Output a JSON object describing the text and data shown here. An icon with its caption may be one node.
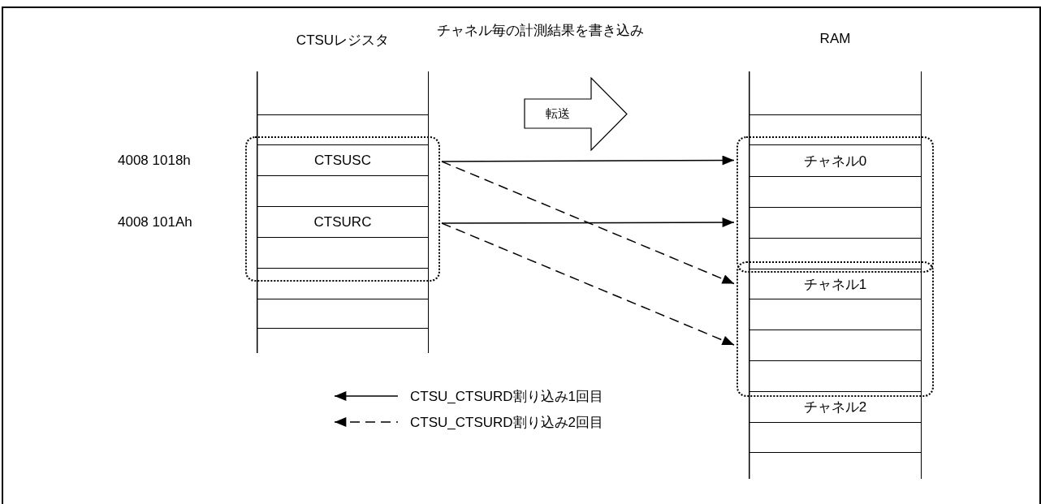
{
  "diagram": {
    "nodes": [
      {
        "text": [
          "CTSUレジスタ"
        ]
      },
      {
        "text": [],
        "shape": "box",
        "in": 0
      },
      {
        "text": [
          "CTSUSC"
        ],
        "in": 0
      },
      {
        "text": [],
        "shape": "box",
        "in": 0
      },
      {
        "text": [
          "CTSURC"
        ],
        "in": 0
      },
      {
        "text": [],
        "shape": "box",
        "in": 0
      },
      {
        "text": [],
        "shape": "box",
        "in": 0
      },
      {
        "text": [],
        "shape": "box",
        "in": 0
      },
      {
        "text": [
          "RAM"
        ]
      },
      {
        "text": [],
        "shape": "box",
        "in": 8
      },
      {
        "text": [
          "チャネル0"
        ],
        "in": 8
      },
      {
        "text": [],
        "shape": "box",
        "in": 8
      },
      {
        "text": [],
        "shape": "box",
        "in": 8
      },
      {
        "text": [],
        "shape": "box",
        "in": 8
      },
      {
        "text": [
          "チャネル1"
        ],
        "in": 8
      },
      {
        "text": [],
        "shape": "box",
        "in": 8
      },
      {
        "text": [],
        "shape": "box",
        "in": 8
      },
      {
        "text": [],
        "shape": "box",
        "in": 8
      },
      {
        "text": [
          "チャネル2"
        ],
        "in": 8
      },
      {
        "text": [],
        "shape": "box",
        "in": 8
      },
      {
        "text": [
          "転送"
        ]
      }
    ],
    "edges": [
      {
        "from": 2,
        "to": 10,
        "arrow": "to"
      },
      {
        "from": 4,
        "to": 12,
        "arrow": "to"
      },
      {
        "from": 2,
        "to": 14,
        "arrow": "to",
        "style": "dashed"
      },
      {
        "from": 4,
        "to": 16,
        "arrow": "to",
        "style": "dashed"
      }
    ],
    "labels": [
      "チャネル毎の計測結果を書き込み",
      "4008 1018h",
      "4008 101Ah"
    ],
    "legend": [
      {
        "text": "CTSU_CTSURD割り込み1回目"
      },
      {
        "text": "CTSU_CTSURD割り込み2回目"
      }
    ]
  }
}
